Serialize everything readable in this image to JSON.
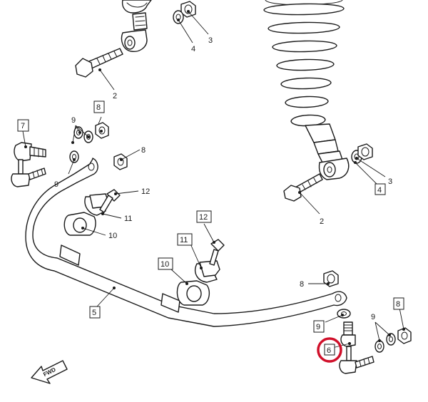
{
  "colors": {
    "line": "#1a1a1a",
    "background": "#ffffff",
    "highlight": "#d0102a"
  },
  "labels": [
    {
      "id": "l3-top",
      "text": "3",
      "boxed": false
    },
    {
      "id": "l4-top",
      "text": "4",
      "boxed": false
    },
    {
      "id": "l2-left",
      "text": "2",
      "boxed": false
    },
    {
      "id": "l8-a",
      "text": "8",
      "boxed": true
    },
    {
      "id": "l9-a",
      "text": "9",
      "boxed": false
    },
    {
      "id": "l7",
      "text": "7",
      "boxed": true
    },
    {
      "id": "l8-b",
      "text": "8",
      "boxed": false
    },
    {
      "id": "l9-b",
      "text": "9",
      "boxed": false
    },
    {
      "id": "l12-a",
      "text": "12",
      "boxed": false
    },
    {
      "id": "l11-a",
      "text": "11",
      "boxed": false
    },
    {
      "id": "l10-a",
      "text": "10",
      "boxed": false
    },
    {
      "id": "l12-b",
      "text": "12",
      "boxed": true
    },
    {
      "id": "l11-b",
      "text": "11",
      "boxed": true
    },
    {
      "id": "l10-b",
      "text": "10",
      "boxed": true
    },
    {
      "id": "l5",
      "text": "5",
      "boxed": true
    },
    {
      "id": "l3-right",
      "text": "3",
      "boxed": false
    },
    {
      "id": "l4-right",
      "text": "4",
      "boxed": true
    },
    {
      "id": "l2-right",
      "text": "2",
      "boxed": false
    },
    {
      "id": "l8-c",
      "text": "8",
      "boxed": false
    },
    {
      "id": "l9-c",
      "text": "9",
      "boxed": true
    },
    {
      "id": "l9-d",
      "text": "9",
      "boxed": false
    },
    {
      "id": "l8-d",
      "text": "8",
      "boxed": true
    },
    {
      "id": "l6",
      "text": "6",
      "boxed": true,
      "highlighted": true
    }
  ],
  "fwd_arrow": {
    "text": "FWD",
    "icon": "fwd-arrow-icon"
  }
}
